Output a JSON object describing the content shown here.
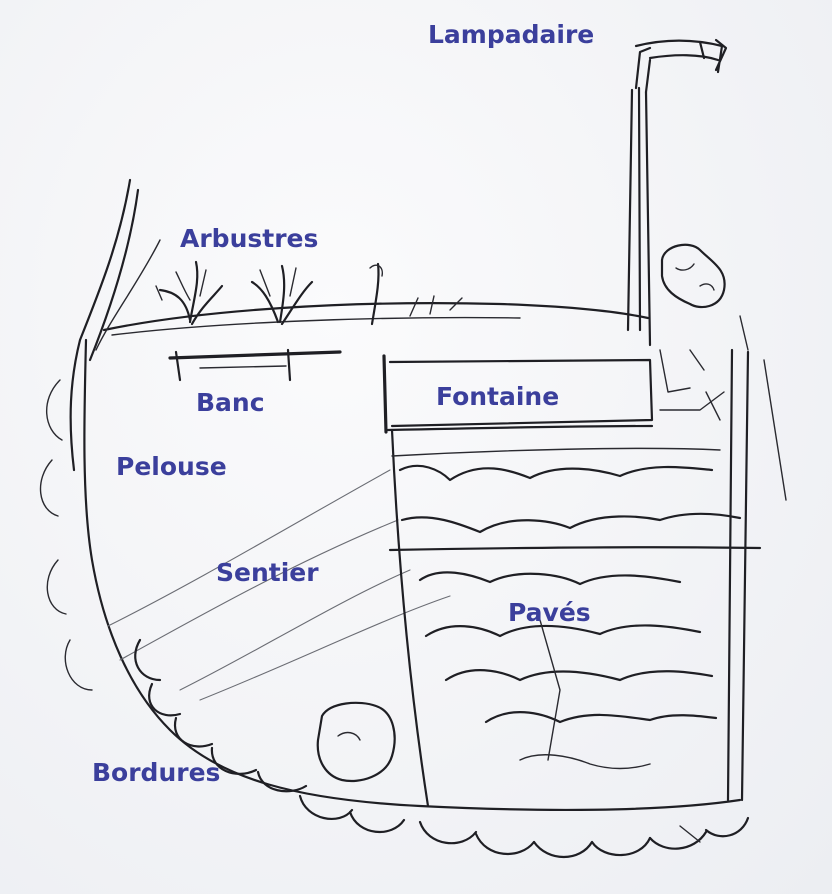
{
  "colors": {
    "ink": "#1f1f24",
    "label": "#3b3f9c",
    "paper": "#f4f5f7"
  },
  "labels": {
    "lampadaire": "Lampadaire",
    "arbustres": "Arbustres",
    "banc": "Banc",
    "fontaine": "Fontaine",
    "pelouse": "Pelouse",
    "sentier": "Sentier",
    "paves": "Pavés",
    "bordures": "Bordures"
  }
}
